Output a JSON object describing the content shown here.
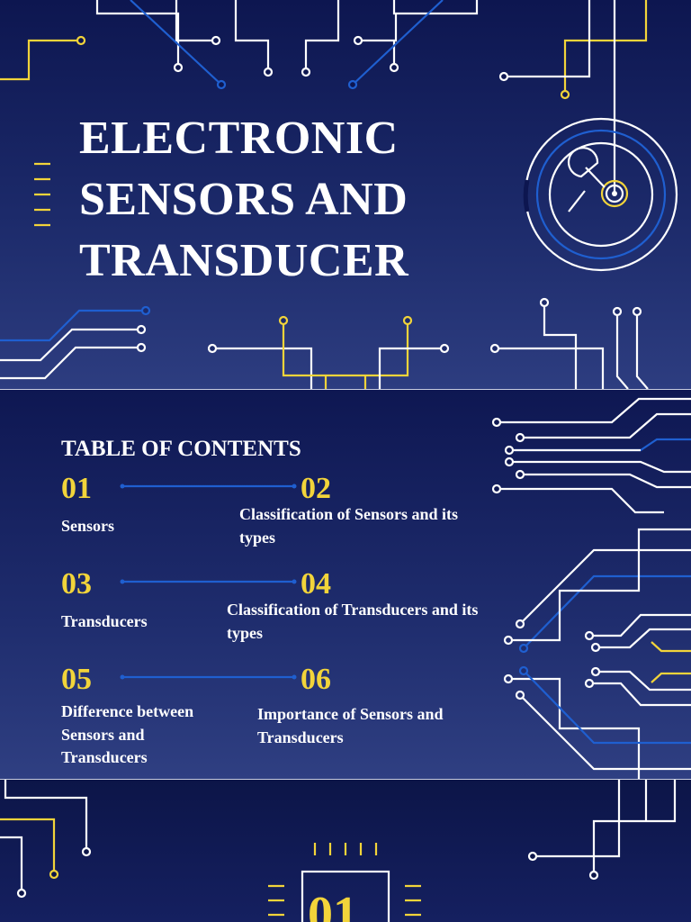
{
  "cover": {
    "title_lines": [
      "ELECTRONIC",
      "SENSORS AND",
      "TRANSDUCER"
    ]
  },
  "toc": {
    "heading": "TABLE OF CONTENTS",
    "items": [
      {
        "number": "01",
        "label": "Sensors"
      },
      {
        "number": "02",
        "label": "Classification of Sensors and its types"
      },
      {
        "number": "03",
        "label": "Transducers"
      },
      {
        "number": "04",
        "label": "Classification of Transducers and its types"
      },
      {
        "number": "05",
        "label": "Difference between Sensors and Transducers"
      },
      {
        "number": "06",
        "label": "Importance of Sensors and Transducers"
      }
    ]
  },
  "section": {
    "number": "01"
  },
  "colors": {
    "background": "#1c2a6a",
    "accent_yellow": "#f2d43a",
    "accent_blue": "#1f5fd0",
    "line_white": "#ffffff"
  },
  "icons": [
    "circuit-lines",
    "radar-dial-icon",
    "chip-icon"
  ]
}
